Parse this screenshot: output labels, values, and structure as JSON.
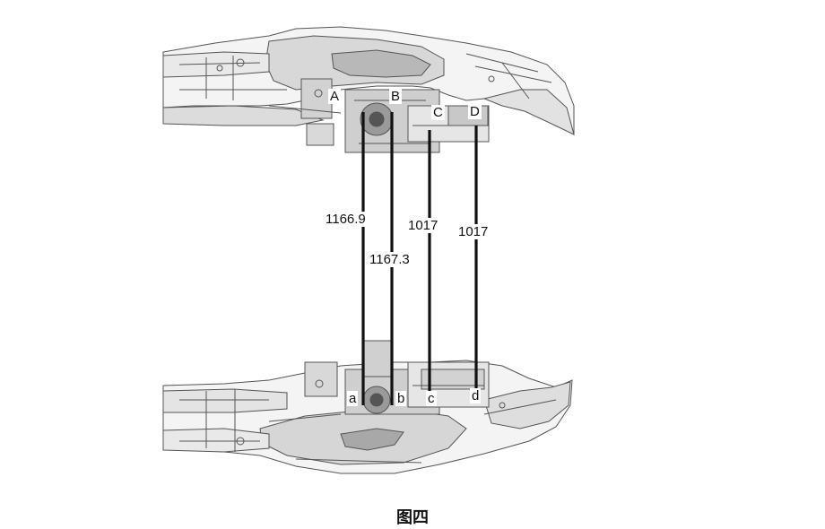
{
  "caption": "图四",
  "points_top": [
    {
      "id": "A",
      "label": "A"
    },
    {
      "id": "B",
      "label": "B"
    },
    {
      "id": "C",
      "label": "C"
    },
    {
      "id": "D",
      "label": "D"
    }
  ],
  "points_bottom": [
    {
      "id": "a",
      "label": "a"
    },
    {
      "id": "b",
      "label": "b"
    },
    {
      "id": "c",
      "label": "c"
    },
    {
      "id": "d",
      "label": "d"
    }
  ],
  "dimensions": [
    {
      "from": "A",
      "to": "a",
      "value": "1166.9"
    },
    {
      "from": "B",
      "to": "b",
      "value": "1167.3"
    },
    {
      "from": "C",
      "to": "c",
      "value": "1017"
    },
    {
      "from": "D",
      "to": "d",
      "value": "1017"
    }
  ],
  "colors": {
    "line": "#111111",
    "drawing": "#555555",
    "fill_light": "#e6e6e6",
    "fill_dark": "#9a9a9a"
  }
}
